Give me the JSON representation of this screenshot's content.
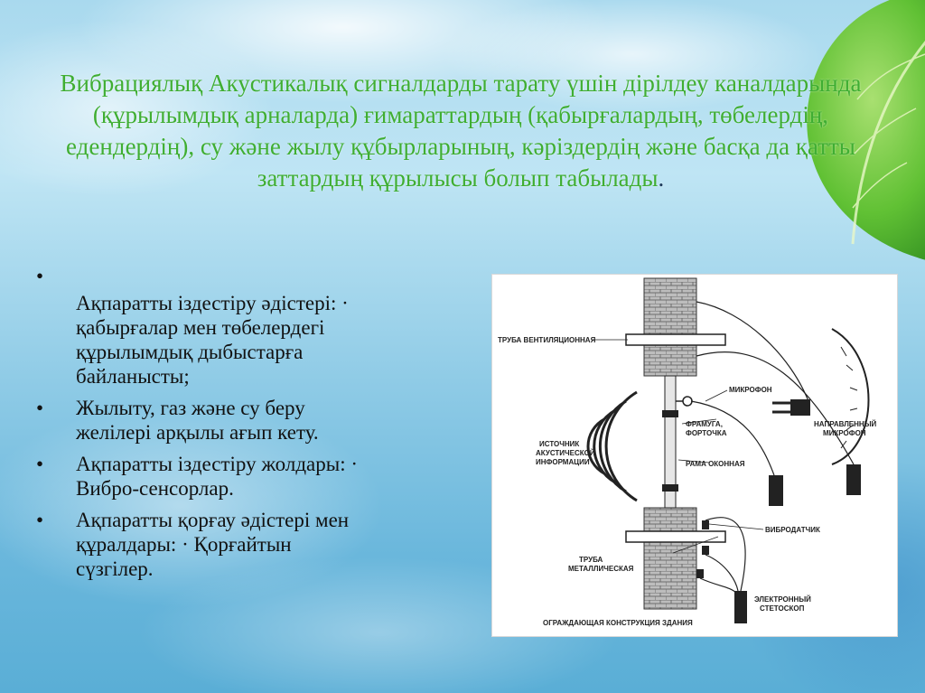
{
  "slide": {
    "title": "Вибрациялық Акустикалық сигналдарды тарату үшін дірілдеу каналдарында (құрылымдық арналарда) ғимараттардың (қабырғалардың, төбелердің, едендердің), су және жылу құбырларының, кәріздердің және басқа да қатты заттардың құрылысы болып табылады",
    "title_end": "."
  },
  "bullets": [
    {
      "mark": "•",
      "lines": [
        "",
        "Ақпаратты іздестіру әдістері: ·",
        "қабырғалар мен төбелердегі",
        "құрылымдық дыбыстарға",
        "байланысты;"
      ]
    },
    {
      "mark": "•",
      "lines": [
        " Жылыту, газ және су беру",
        "желілері арқылы ағып кету."
      ]
    },
    {
      "mark": "•",
      "lines": [
        "Ақпаратты іздестіру жолдары: ·",
        "Вибро-сенсорлар."
      ]
    },
    {
      "mark": "•",
      "lines": [
        " Ақпаратты қорғау әдістері мен",
        "құралдары: · Қорғайтын",
        "сүзгілер."
      ]
    }
  ],
  "diagram": {
    "labels": {
      "pipe_vent": "ТРУБА ВЕНТИЛЯЦИОННАЯ",
      "microphone": "МИКРОФОН",
      "directional_mic_1": "НАПРАВЛЕННЫЙ",
      "directional_mic_2": "МИКРОФОН",
      "source_1": "ИСТОЧНИК",
      "source_2": "АКУСТИЧЕСКОЙ",
      "source_3": "ИНФОРМАЦИИ",
      "transom_1": "ФРАМУГА,",
      "transom_2": "ФОРТОЧКА",
      "window_frame": "РАМА ОКОННАЯ",
      "vibro_sensor": "ВИБРОДАТЧИК",
      "metal_pipe_1": "ТРУБА",
      "metal_pipe_2": "МЕТАЛЛИЧЕСКАЯ",
      "steth_1": "ЭЛЕКТРОННЫЙ",
      "steth_2": "СТЕТОСКОП",
      "building": "ОГРАЖДАЮЩАЯ КОНСТРУКЦИЯ ЗДАНИЯ"
    }
  },
  "colors": {
    "title": "#3fae32",
    "body_text": "#111111",
    "leaf": "#5cbf2a"
  }
}
